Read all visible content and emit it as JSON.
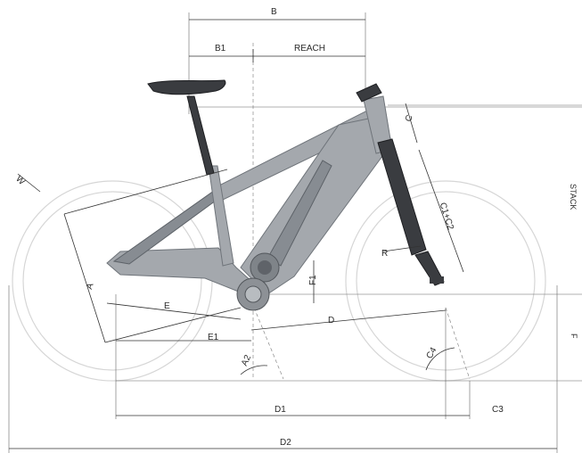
{
  "labels": {
    "B": "B",
    "B1": "B1",
    "REACH": "REACH",
    "C": "C",
    "C1C2": "C1+C2",
    "STACK": "STACK",
    "W": "W",
    "A": "A",
    "R": "R",
    "F1": "F1",
    "E": "E",
    "E1": "E1",
    "D": "D",
    "A2": "A2",
    "C4": "C4",
    "F": "F",
    "D1": "D1",
    "C3": "C3",
    "D2": "D2"
  },
  "colors": {
    "frame": "#a4a8ad",
    "frame_shadow": "#878c92",
    "components": "#3a3c40",
    "wheel_outline": "#d6d6d6",
    "dimension_lines": "#333333"
  }
}
